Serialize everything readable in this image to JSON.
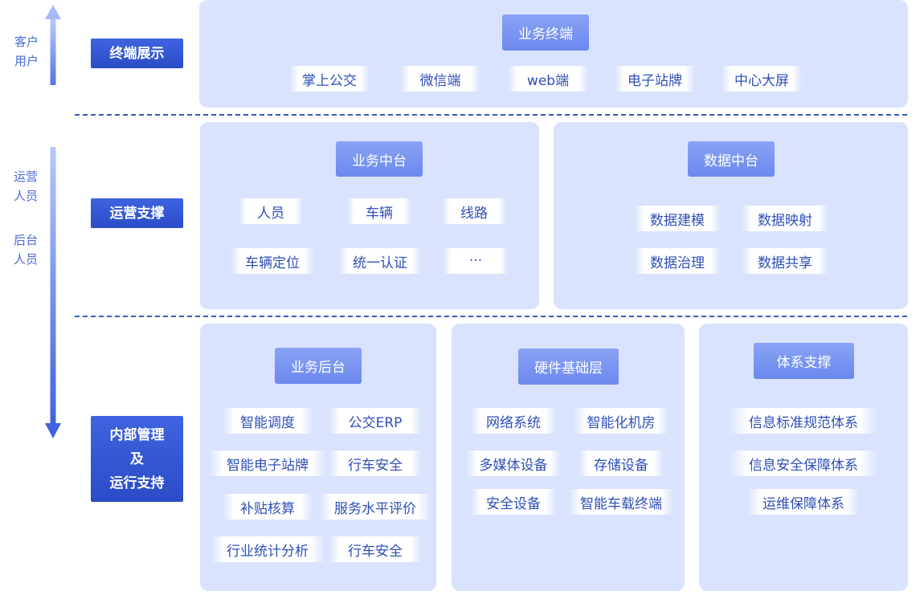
{
  "side": {
    "customer": [
      "客户",
      "用户"
    ],
    "operator": [
      "运营",
      "人员"
    ],
    "backend": [
      "后台",
      "人员"
    ]
  },
  "layers": {
    "terminal": [
      "终端展示"
    ],
    "ops": [
      "运营支撑"
    ],
    "internal": [
      "内部管理",
      "及",
      "运行支持"
    ]
  },
  "terminal_panel": {
    "title": "业务终端",
    "items": [
      "掌上公交",
      "微信端",
      "web端",
      "电子站牌",
      "中心大屏"
    ]
  },
  "biz_center": {
    "title": "业务中台",
    "items": [
      "人员",
      "车辆",
      "线路",
      "车辆定位",
      "统一认证",
      "···"
    ]
  },
  "data_center": {
    "title": "数据中台",
    "items": [
      "数据建模",
      "数据映射",
      "数据治理",
      "数据共享"
    ]
  },
  "biz_backend": {
    "title": "业务后台",
    "items": [
      "智能调度",
      "公交ERP",
      "智能电子站牌",
      "行车安全",
      "补贴核算",
      "服务水平评价",
      "行业统计分析",
      "行车安全"
    ]
  },
  "hardware": {
    "title": "硬件基础层",
    "items": [
      "网络系统",
      "智能化机房",
      "多媒体设备",
      "存储设备",
      "安全设备",
      "智能车载终端"
    ]
  },
  "system": {
    "title": "体系支撑",
    "items": [
      "信息标准规范体系",
      "信息安全保障体系",
      "运维保障体系"
    ]
  },
  "colors": {
    "primary": "#2b4cc6",
    "panel": "#d9e3fd",
    "title": "#7b95f1",
    "text": "#2f4fb8"
  }
}
